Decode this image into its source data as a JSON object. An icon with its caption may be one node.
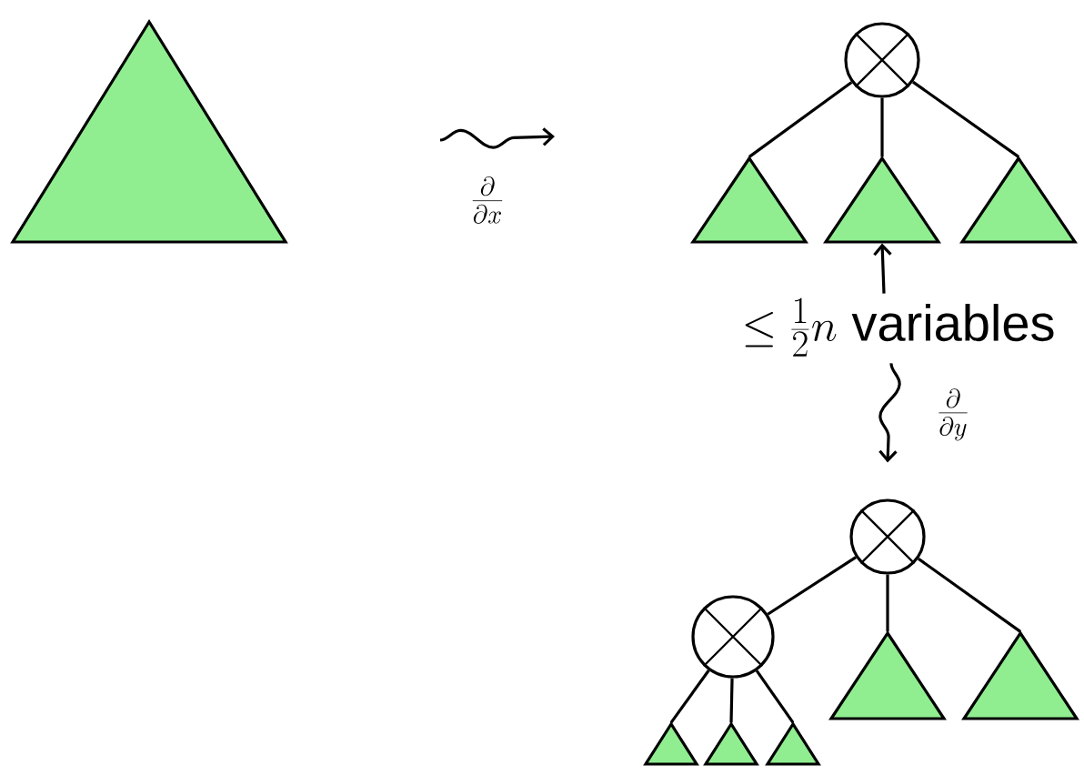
{
  "diagram": {
    "nodes": [
      {
        "text": [],
        "shape": "triangle"
      },
      {
        "text": [],
        "shape": "circle"
      },
      {
        "text": [],
        "shape": "triangle"
      },
      {
        "text": [],
        "shape": "triangle"
      },
      {
        "text": [],
        "shape": "triangle"
      },
      {
        "text": [
          "\\leq \\frac{1}{2}n",
          "variables"
        ]
      },
      {
        "text": [],
        "shape": "circle"
      },
      {
        "text": [],
        "shape": "circle"
      },
      {
        "text": [],
        "shape": "triangle"
      },
      {
        "text": [],
        "shape": "triangle"
      },
      {
        "text": [],
        "shape": "triangle"
      },
      {
        "text": [],
        "shape": "triangle"
      },
      {
        "text": [],
        "shape": "triangle"
      }
    ],
    "edges": [
      {
        "from": 1,
        "to": 2,
        "arrow": "none"
      },
      {
        "from": 1,
        "to": 3,
        "arrow": "none"
      },
      {
        "from": 1,
        "to": 4,
        "arrow": "none"
      },
      {
        "from": 5,
        "to": 3,
        "arrow": "to"
      },
      {
        "from": 5,
        "to": 6,
        "arrow": "to",
        "label": "\\frac{\\partial}{\\partial y}"
      },
      {
        "from": 6,
        "to": 7,
        "arrow": "none"
      },
      {
        "from": 6,
        "to": 11,
        "arrow": "none"
      },
      {
        "from": 6,
        "to": 12,
        "arrow": "none"
      },
      {
        "from": 7,
        "to": 8,
        "arrow": "none"
      },
      {
        "from": 7,
        "to": 9,
        "arrow": "none"
      },
      {
        "from": 7,
        "to": 10,
        "arrow": "none"
      }
    ],
    "labels": [
      "\\frac{\\partial}{\\partial x}"
    ]
  }
}
